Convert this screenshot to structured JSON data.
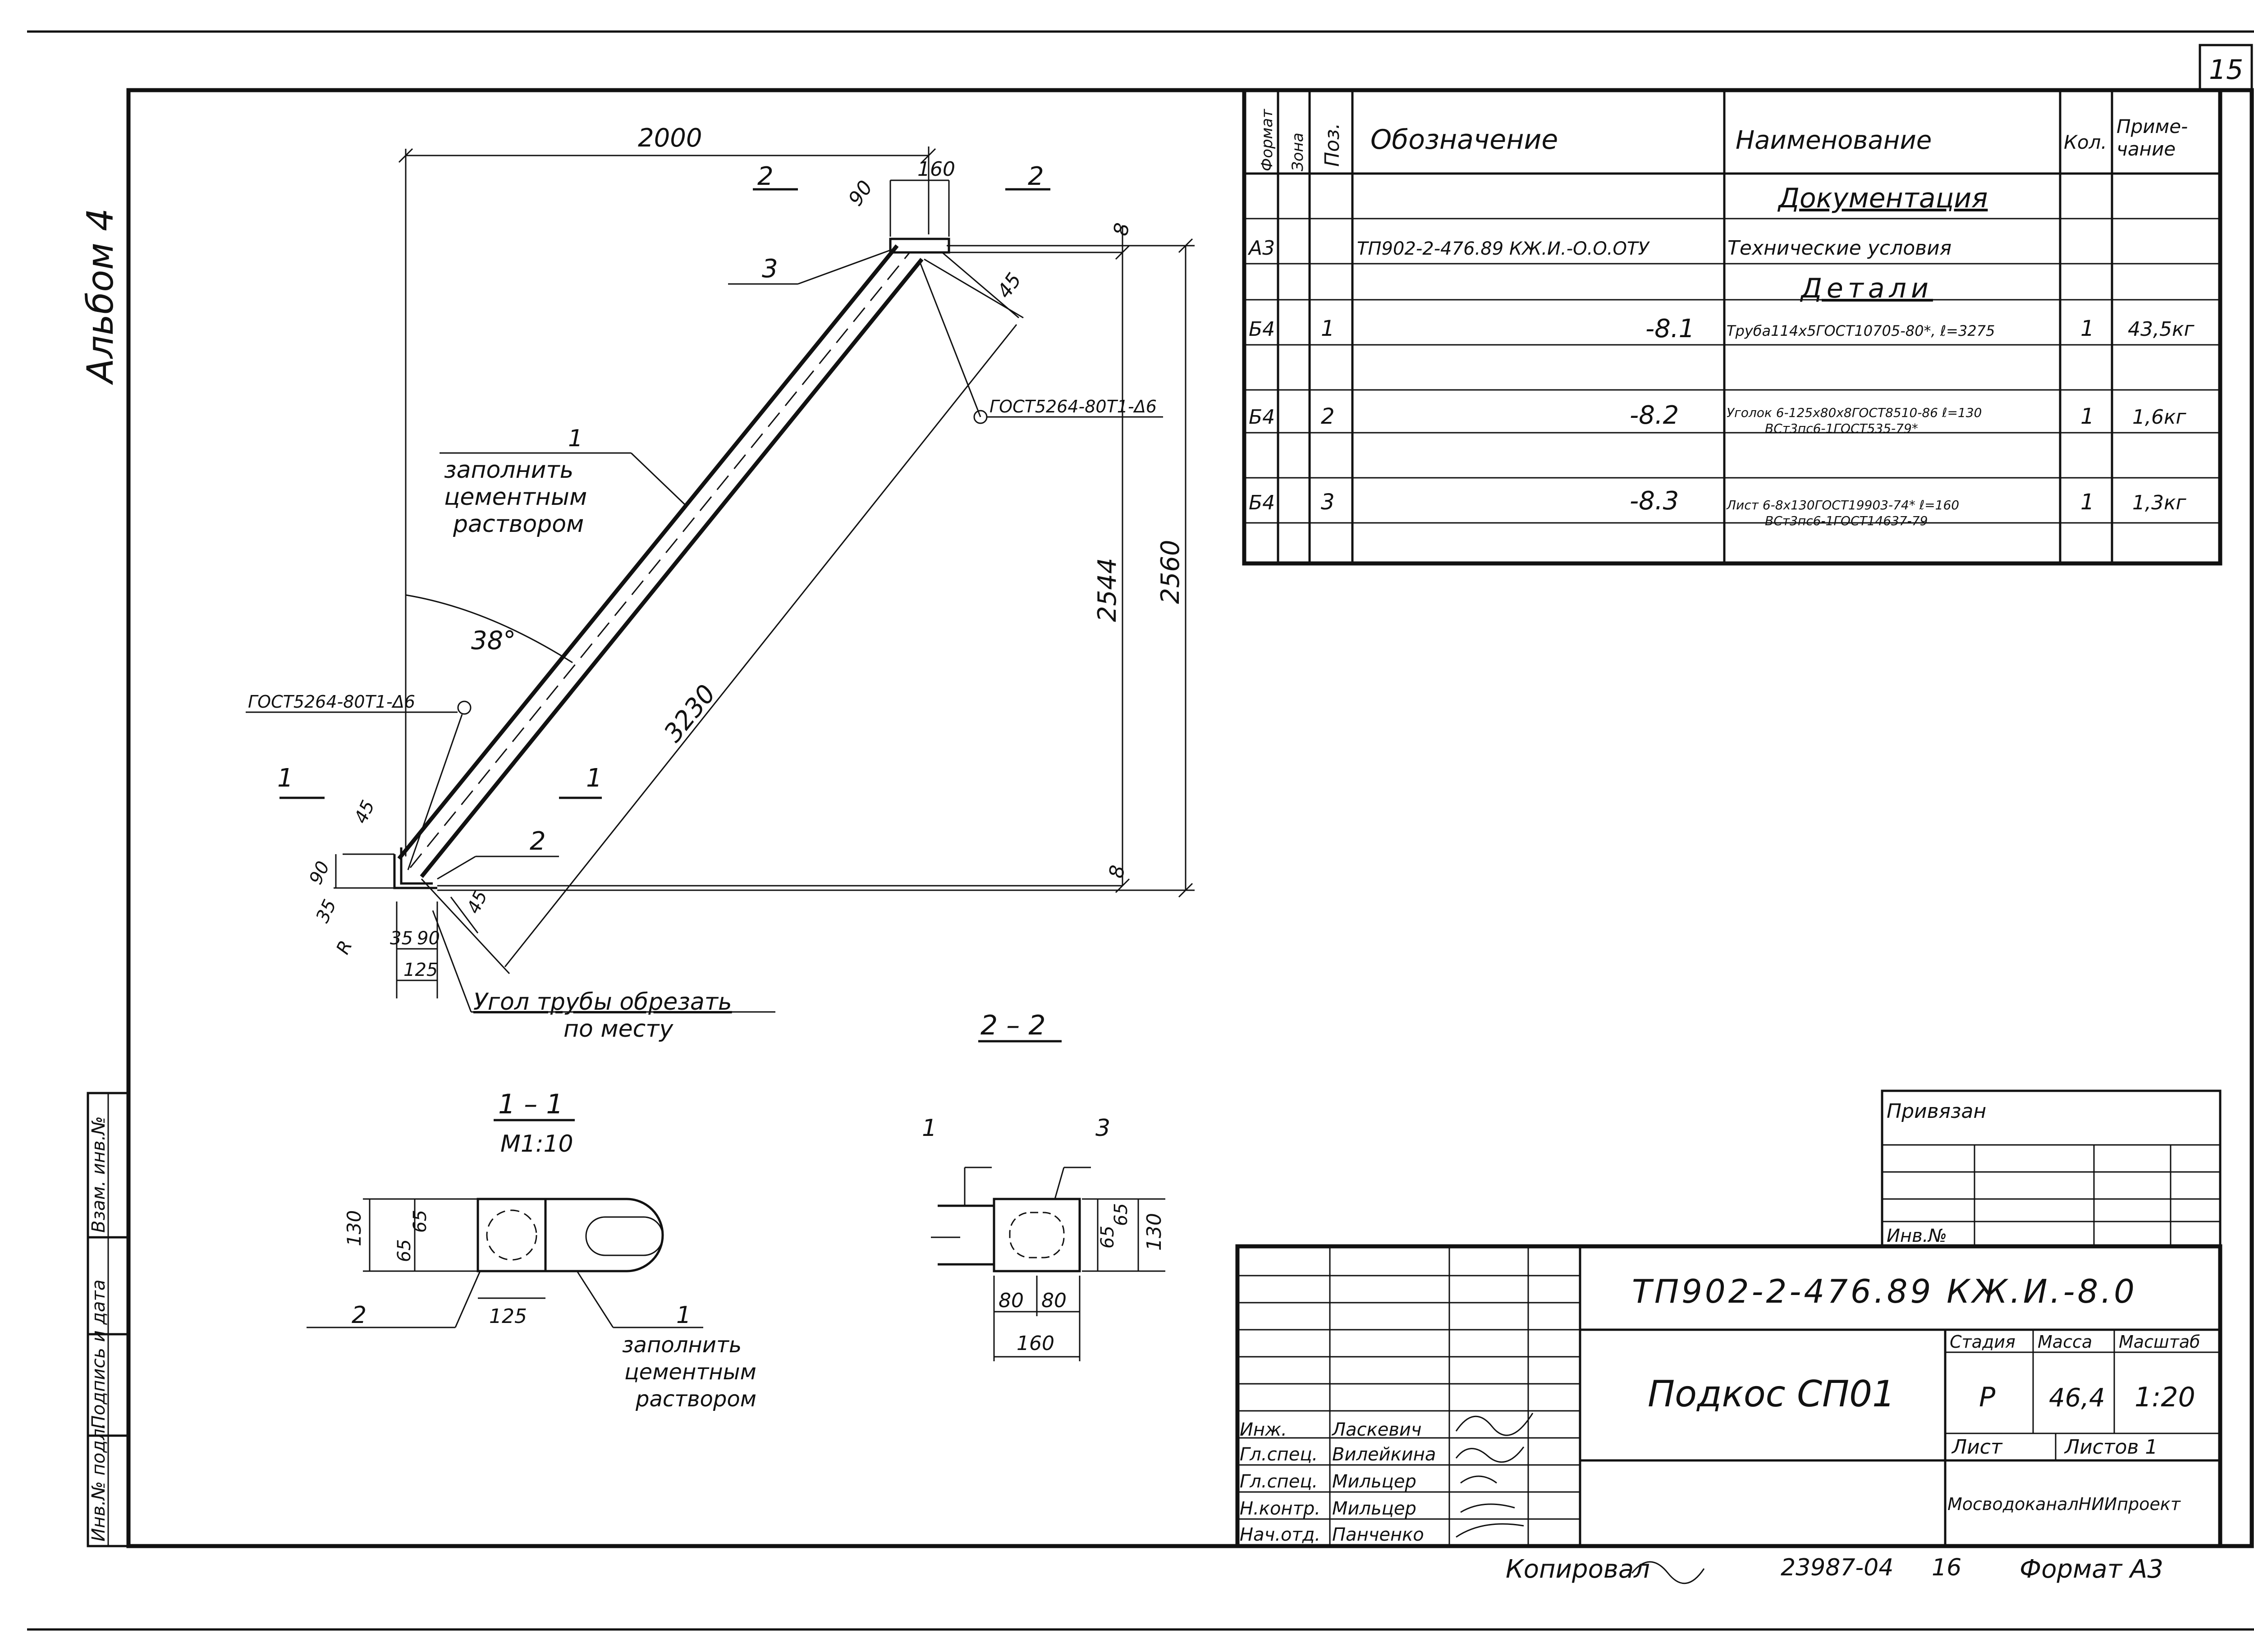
{
  "sheet_number": "15",
  "album_label": "Альбом 4",
  "spec_table": {
    "headers": {
      "format": "Формат",
      "zone": "Зона",
      "pos": "Поз.",
      "designation": "Обозначение",
      "name": "Наименование",
      "qty": "Кол.",
      "note_line1": "Приме-",
      "note_line2": "чание"
    },
    "section_documentation": "Документация",
    "section_parts": "Детали",
    "rows": [
      {
        "format": "А3",
        "pos": "",
        "designation": "ТП902-2-476.89 КЖ.И.-О.О.ОТУ",
        "name": "Технические условия",
        "name_sub": "",
        "qty": "",
        "note": ""
      },
      {
        "format": "Б4",
        "pos": "1",
        "designation": "-8.1",
        "name": "Труба114х5ГОСТ10705-80*, ℓ=3275",
        "name_sub": "",
        "qty": "1",
        "note": "43,5кг"
      },
      {
        "format": "Б4",
        "pos": "2",
        "designation": "-8.2",
        "name": "Уголок 6-125х80х8ГОСТ8510-86 ℓ=130",
        "name_sub": "ВСт3пс6-1ГОСТ535-79*",
        "qty": "1",
        "note": "1,6кг"
      },
      {
        "format": "Б4",
        "pos": "3",
        "designation": "-8.3",
        "name": "Лист 6-8х130ГОСТ19903-74* ℓ=160",
        "name_sub": "ВСт3пс6-1ГОСТ14637-79",
        "qty": "1",
        "note": "1,3кг"
      }
    ]
  },
  "drawing": {
    "dim_2000": "2000",
    "dim_160": "160",
    "dim_90_top": "90",
    "dim_45_top": "45",
    "dim_8_top": "8",
    "dim_8_bottom": "8",
    "dim_2544": "2544",
    "dim_2560": "2560",
    "dim_3230": "3230",
    "angle_38": "38°",
    "weld_top": "ГОСТ5264-80Т1-Δ6",
    "weld_left": "ГОСТ5264-80Т1-Δ6",
    "pos_1": "1",
    "pos_2": "2",
    "pos_3": "3",
    "note_fill_1": "заполнить",
    "note_fill_2": "цементным",
    "note_fill_3": "раствором",
    "section_mark_1": "1",
    "section_mark_2": "2",
    "dim_45_a": "45",
    "dim_90_b": "90",
    "dim_35_a": "35",
    "dim_R": "R",
    "dim_35_b": "35",
    "dim_90_c": "90",
    "dim_125": "125",
    "dim_45_b": "45",
    "cut_note_1": "Угол трубы обрезать",
    "cut_note_2": "по месту"
  },
  "section_1_1": {
    "title": "1 – 1",
    "scale": "М1:10",
    "dim_130": "130",
    "dim_65a": "65",
    "dim_65b": "65",
    "dim_125": "125",
    "pos_2": "2",
    "pos_1": "1",
    "note_1": "заполнить",
    "note_2": "цементным",
    "note_3": "раствором"
  },
  "section_2_2": {
    "title": "2 – 2",
    "pos_1": "1",
    "pos_3": "3",
    "dim_65a": "65",
    "dim_65b": "65",
    "dim_130": "130",
    "dim_80a": "80",
    "dim_80b": "80",
    "dim_160": "160"
  },
  "stamp": {
    "bound_label": "Привязан",
    "inv_label": "Инв.№",
    "doc_code": "ТП902-2-476.89 КЖ.И.-8.0",
    "title": "Подкос СП01",
    "stage_h": "Стадия",
    "mass_h": "Масса",
    "scale_h": "Масштаб",
    "stage": "Р",
    "mass": "46,4",
    "scale": "1:20",
    "sheet_h": "Лист",
    "sheets_h": "Листов 1",
    "org": "МосводоканалНИИпроект",
    "people": [
      {
        "role": "Инж.",
        "name": "Ласкевич"
      },
      {
        "role": "Гл.спец.",
        "name": "Вилейкина"
      },
      {
        "role": "Гл.спец.",
        "name": "Мильцер"
      },
      {
        "role": "Н.контр.",
        "name": "Мильцер"
      },
      {
        "role": "Нач.отд.",
        "name": "Панченко"
      }
    ]
  },
  "side_stamp": [
    "Взам. инв.№",
    "Подпись и дата",
    "Инв.№ подл."
  ],
  "footer": {
    "copied": "Копировал",
    "copy_num": "23987-04",
    "sheet_no": "16",
    "format": "Формат А3"
  }
}
